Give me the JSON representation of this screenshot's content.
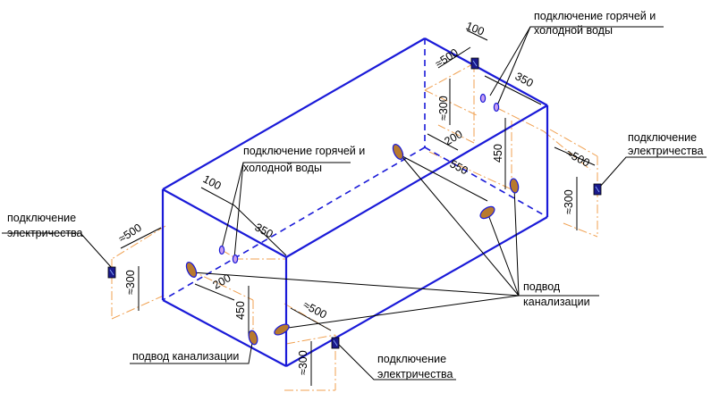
{
  "colors": {
    "box": "#1a1ad8",
    "leader": "#000000",
    "dimension": "#000000",
    "extension": "#f0a050",
    "sewer_fill": "#b87a2e",
    "electric": "#1a1a8c"
  },
  "labels": {
    "water_top_line1": "подключение горячей и",
    "water_top_line2": "холодной воды",
    "water_mid_line1": "подключение горячей и",
    "water_mid_line2": "холодной воды",
    "electric_right_line1": "подключение",
    "electric_right_line2": "электричества",
    "electric_left_line1": "подключение",
    "electric_left_line2": "электричества",
    "electric_bottom_line1": "подключение",
    "electric_bottom_line2": "электричества",
    "sewer_right_line1": "подвод",
    "sewer_right_line2": "канализации",
    "sewer_bottom": "подвод канализации"
  },
  "dimensions": {
    "top_100": "100",
    "top_500": "≈500",
    "top_350": "350",
    "top_300": "≈300",
    "top_200": "200",
    "top_450": "450",
    "top_550": "550",
    "right_500": "≈500",
    "right_300": "≈300",
    "mid_100": "100",
    "mid_350": "350",
    "left_500": "≈500",
    "left_300": "≈300",
    "front_200": "200",
    "front_450": "450",
    "bottom_500": "≈500",
    "bottom_300": "≈300"
  }
}
